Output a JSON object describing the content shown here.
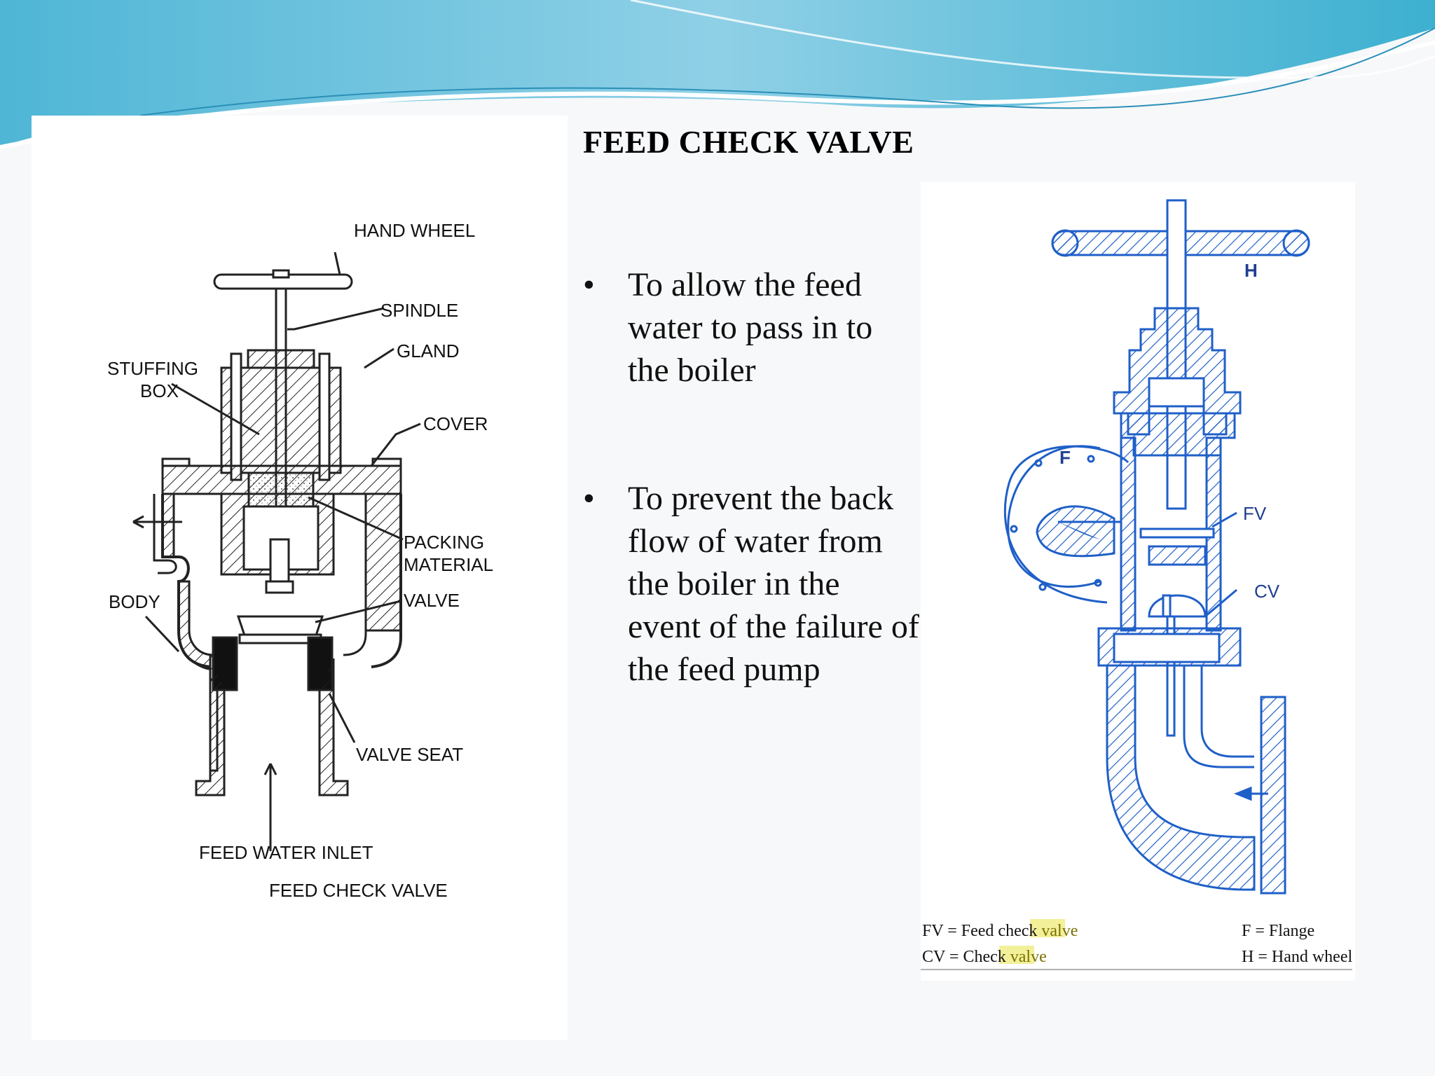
{
  "slide": {
    "title": "FEED CHECK VALVE",
    "bullets": [
      "To allow the feed water to pass in to the boiler",
      "To prevent the back flow of water from the boiler in the event of the failure of the feed pump"
    ]
  },
  "left_diagram": {
    "labels": {
      "hand_wheel": "HAND WHEEL",
      "spindle": "SPINDLE",
      "gland": "GLAND",
      "stuffing_box_1": "STUFFING",
      "stuffing_box_2": "BOX",
      "cover": "COVER",
      "packing_1": "PACKING",
      "packing_2": "MATERIAL",
      "body": "BODY",
      "valve": "VALVE",
      "valve_seat": "VALVE SEAT",
      "feed_water_inlet": "FEED WATER INLET",
      "caption": "FEED CHECK VALVE"
    }
  },
  "right_diagram": {
    "labels": {
      "h": "H",
      "f": "F",
      "fv": "FV",
      "cv": "CV"
    },
    "legend": {
      "fv_prefix": "FV = Feed check ",
      "fv_hl": "valve",
      "cv_prefix": "CV = Check ",
      "cv_hl": "valve",
      "f": "F = Flange",
      "h": "H = Hand wheel"
    },
    "colors": {
      "line": "#1f5fc8",
      "highlight": "#f3f09a"
    }
  }
}
